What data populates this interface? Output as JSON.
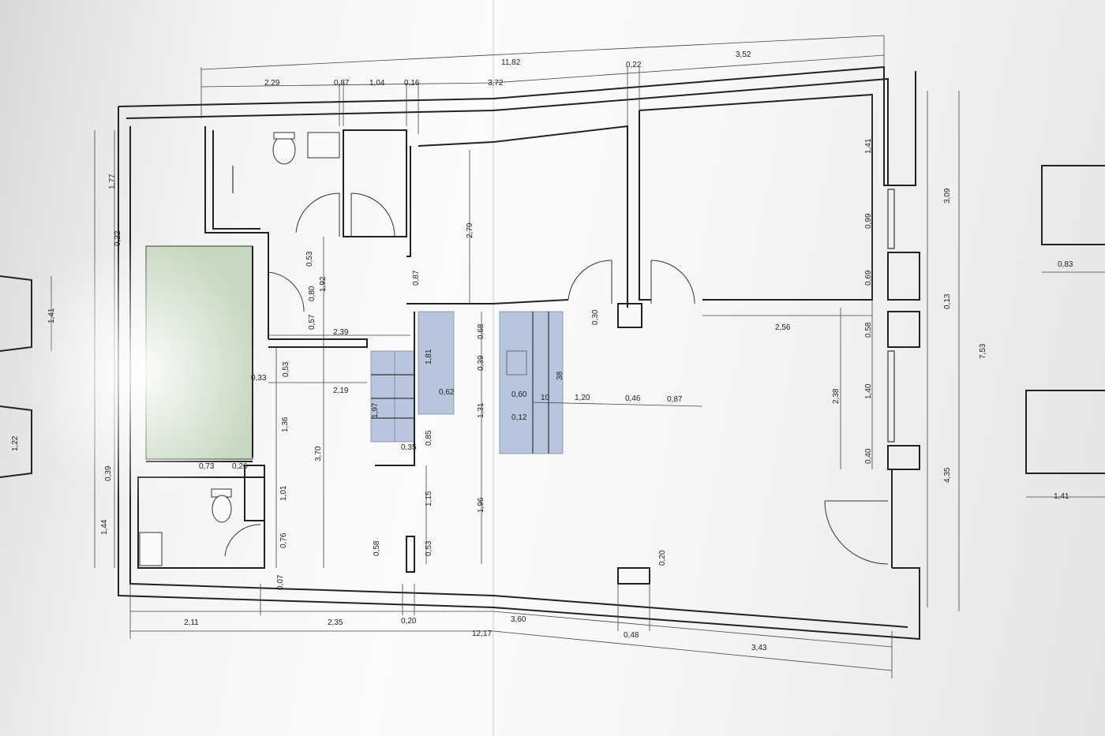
{
  "plan": {
    "dimensions_top": {
      "overall": "11,82",
      "d1": "2,29",
      "d2": "0,87",
      "d3": "1,04",
      "d4": "0,16",
      "d5": "3,72",
      "d6": "0,22",
      "d7": "3,52"
    },
    "dimensions_bottom": {
      "overall": "12,17",
      "d1": "2,11",
      "d2": "2,35",
      "d3": "0,20",
      "d4": "3,60",
      "d5": "0,48",
      "d6": "3,43"
    },
    "dimensions_left": {
      "d1": "1,77",
      "d2": "0,22",
      "d3": "1,41",
      "d4": "1,22",
      "d5": "0,39",
      "d6": "1,44"
    },
    "dimensions_right": {
      "overall": "7,53",
      "d1": "3,09",
      "d2": "0,13",
      "d3": "4,35",
      "w1": "1,41",
      "w2": "0,99",
      "w3": "0,69",
      "w4": "0,58",
      "w5": "1,40",
      "w6": "0,40",
      "h1": "2,38"
    },
    "dimensions_interior": {
      "a": "2,79",
      "b": "0,87",
      "c": "0,53",
      "d": "1,92",
      "e": "0,80",
      "f": "0,57",
      "g": "2,39",
      "h": "0,33",
      "i": "0,53",
      "j": "2,19",
      "k": "1,36",
      "l": "3,70",
      "m": "1,01",
      "n": "0,76",
      "o": "0,07",
      "p": "0,73",
      "q": "0,26",
      "r": "1,97",
      "s": "0,35",
      "t": "1,81",
      "u": "0,62",
      "v": "0,85",
      "w": "1,15",
      "x": "0,53",
      "y": "0,58",
      "z": "0,68",
      "aa": "0,39",
      "ab": "1,31",
      "ac": "1,96",
      "ad": "0,60",
      "ae": "0,12",
      "af": "10",
      "ag": "38",
      "ah": "1,20",
      "ai": "0,46",
      "aj": "0,87",
      "ak": "2,56",
      "al": "0,30",
      "am": "0,20"
    },
    "side_blocks": {
      "right_top": "0,83",
      "right_bottom": "1,41",
      "left_a": "1,41",
      "left_b": "1,22"
    },
    "colors": {
      "stair": "#b7c6dc",
      "room_green": "#c7d8c0",
      "paper": "#f7f7f6",
      "ink": "#222222"
    }
  }
}
